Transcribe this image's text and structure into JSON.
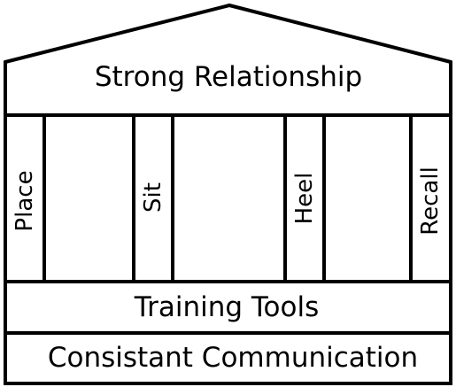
{
  "roof": {
    "label": "Strong Relationship"
  },
  "pillars": [
    {
      "label": "Place"
    },
    {
      "label": "Sit"
    },
    {
      "label": "Heel"
    },
    {
      "label": "Recall"
    }
  ],
  "beam": {
    "label": "Training Tools"
  },
  "foundation": {
    "label": "Consistant Communication"
  },
  "colors": {
    "stroke": "#000000",
    "fill": "#ffffff"
  }
}
